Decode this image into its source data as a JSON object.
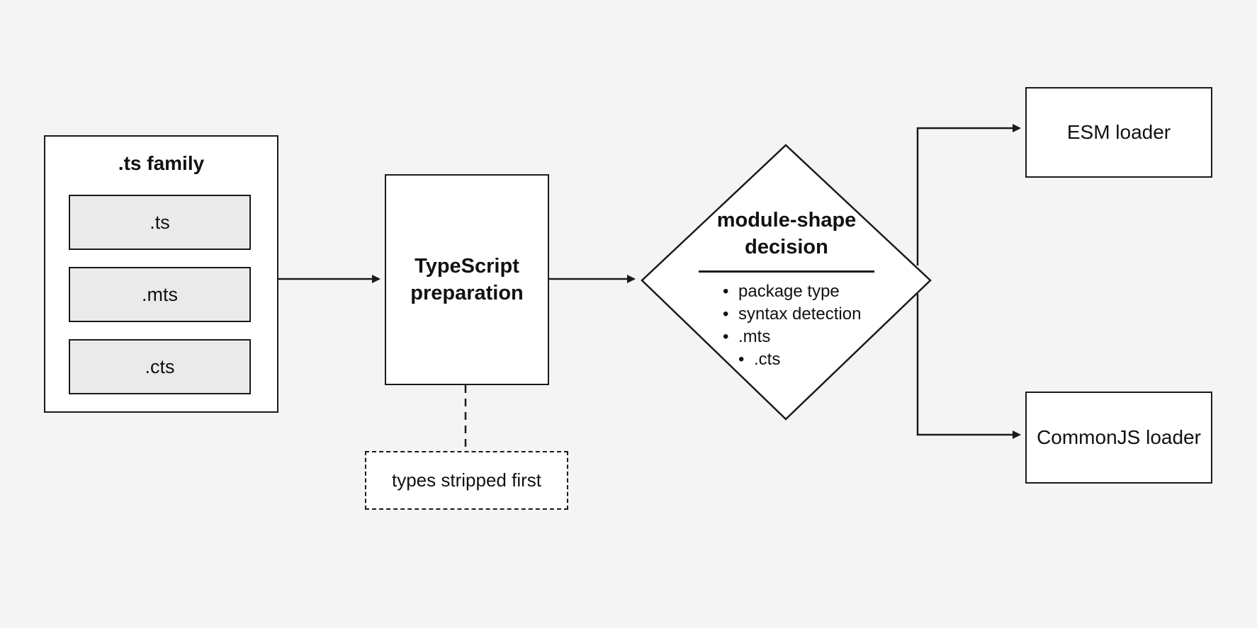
{
  "diagram": {
    "family": {
      "title": ".ts family",
      "extensions": [
        ".ts",
        ".mts",
        ".cts"
      ]
    },
    "preparation": {
      "label": "TypeScript preparation"
    },
    "note": {
      "label": "types stripped first"
    },
    "decision": {
      "title": "module-shape decision",
      "criteria": [
        "package type",
        "syntax detection",
        ".mts",
        ".cts"
      ]
    },
    "outputs": {
      "esm": "ESM loader",
      "commonjs": "CommonJS loader"
    },
    "colors": {
      "stroke": "#1a1a1a",
      "background": "#f4f4f4",
      "box_fill": "#ffffff",
      "item_fill": "#eaeaea"
    }
  }
}
